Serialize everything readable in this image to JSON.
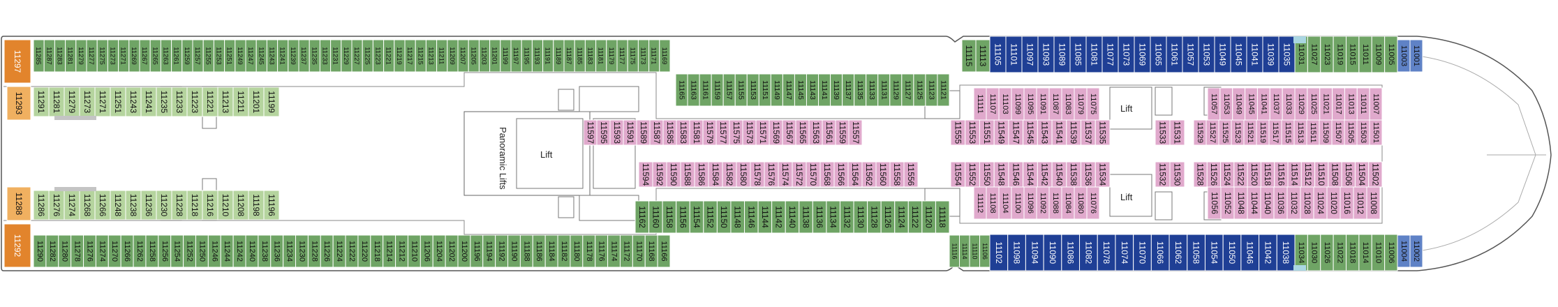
{
  "labels": {
    "lift": "Lift",
    "panoramic_lifts": "Panoramic Lifts"
  },
  "colors": {
    "green_dark": "#6fa465",
    "green_light": "#b5d49e",
    "pink": "#e0a9cc",
    "blue": "#1f3f95",
    "blue_light": "#5f82c6",
    "orange": "#e2842c",
    "orange_light": "#f0b060",
    "grey": "#c4c4c4",
    "cyan": "#aad6e2"
  },
  "rows": {
    "top_outer": {
      "color": "green_dark",
      "numbers": [
        "11285",
        "11287",
        "11283",
        "11281",
        "11279",
        "11277",
        "11275",
        "11273",
        "11271",
        "11269",
        "11267",
        "11265",
        "11263",
        "11261",
        "11259",
        "11257",
        "11255",
        "11253",
        "11251",
        "11249",
        "11247",
        "11245",
        "11243",
        "11241",
        "11239",
        "11237",
        "11235",
        "11233",
        "11231",
        "11229",
        "11227",
        "11225",
        "11223",
        "11221",
        "11219",
        "11217",
        "11215",
        "11213",
        "11211",
        "11209",
        "11207",
        "11205",
        "11203",
        "11201",
        "11199",
        "11197",
        "11195",
        "11193",
        "11191",
        "11189",
        "11187",
        "11185",
        "11183",
        "11181",
        "11179",
        "11177",
        "11175",
        "11173",
        "11171",
        "11169"
      ]
    },
    "top_inner_aft": {
      "color": "green_light",
      "numbers": [
        "11291",
        "11281",
        "11279",
        "11273",
        "11271",
        "11251",
        "11243",
        "11241",
        "11235",
        "11233",
        "11223",
        "11221",
        "11213",
        "11211",
        "11201",
        "11199"
      ]
    },
    "top_mid_outer": {
      "color": "green_dark",
      "numbers": [
        "11165",
        "11163",
        "11161",
        "11159",
        "11157",
        "11155",
        "11153",
        "11151",
        "11149",
        "11147",
        "11145",
        "11143",
        "11141",
        "11139",
        "11137",
        "11135",
        "11133",
        "11131",
        "11129",
        "11127",
        "11125",
        "11123",
        "11121"
      ]
    },
    "top_mid_inner": {
      "color": "pink",
      "numbers": [
        "11597",
        "11595",
        "11593",
        "11591",
        "11589",
        "11587",
        "11585",
        "11583",
        "11581",
        "11579",
        "11577",
        "11575",
        "11573",
        "11571",
        "11569",
        "11567",
        "11565",
        "11563",
        "11561",
        "11559",
        "11557"
      ]
    },
    "top_fwd_green": {
      "color": "green_dark",
      "numbers": [
        "11115",
        "11113"
      ]
    },
    "top_fwd_blue": {
      "color": "blue",
      "numbers": [
        "11105",
        "11101",
        "11097",
        "11093",
        "11089",
        "11085",
        "11081",
        "11077",
        "11073",
        "11069",
        "11065",
        "11061",
        "11057",
        "11053",
        "11049",
        "11045",
        "11041",
        "11039",
        "11035"
      ]
    },
    "top_fwd_end": {
      "color": "green_dark",
      "numbers": [
        "11031",
        "11027",
        "11023",
        "11019",
        "11015",
        "11011",
        "11009",
        "11005"
      ]
    },
    "top_bow": {
      "color": "blue_light",
      "numbers": [
        "11003",
        "11001"
      ]
    },
    "top_fwd_pink_a": {
      "color": "pink",
      "numbers": [
        "11111",
        "11107",
        "11103",
        "11099",
        "11095",
        "11091",
        "11087",
        "11083",
        "11079",
        "11075"
      ]
    },
    "top_fwd_pink_b": {
      "color": "pink",
      "numbers": [
        "11555",
        "11553",
        "11551",
        "11549",
        "11547",
        "11545",
        "11543",
        "11541",
        "11539",
        "11537",
        "11535"
      ]
    },
    "top_fwd_pink_c": {
      "color": "pink",
      "numbers": [
        "11533",
        "11531"
      ]
    },
    "top_fwd_pink_d": {
      "color": "pink",
      "numbers": [
        "11057",
        "11053",
        "11049",
        "11045",
        "11041",
        "11037",
        "11033",
        "11029",
        "11025",
        "11021",
        "11017",
        "11013",
        "11011",
        "11007"
      ]
    },
    "top_fwd_pink_e": {
      "color": "pink",
      "numbers": [
        "11529",
        "11527",
        "11525",
        "11523",
        "11521",
        "11519",
        "11517",
        "11515",
        "11513",
        "11511",
        "11509",
        "11507",
        "11505",
        "11503",
        "11501"
      ]
    },
    "bot_outer": {
      "color": "green_dark",
      "numbers": [
        "11290",
        "11282",
        "11280",
        "11278",
        "11276",
        "11274",
        "11270",
        "11266",
        "11262",
        "11258",
        "11256",
        "11254",
        "11252",
        "11250",
        "11246",
        "11244",
        "11242",
        "11240",
        "11238",
        "11236",
        "11234",
        "11230",
        "11228",
        "11226",
        "11224",
        "11222",
        "11220",
        "11218",
        "11214",
        "11212",
        "11210",
        "11206",
        "11204",
        "11202",
        "11200",
        "11196",
        "11194",
        "11192",
        "11190",
        "11188",
        "11186",
        "11184",
        "11182",
        "11180",
        "11178",
        "11176",
        "11174",
        "11172",
        "11170",
        "11168",
        "11166"
      ]
    },
    "bot_inner_aft": {
      "color": "green_light",
      "numbers": [
        "11286",
        "11276",
        "11274",
        "11268",
        "11266",
        "11248",
        "11238",
        "11236",
        "11230",
        "11228",
        "11218",
        "11216",
        "11210",
        "11208",
        "11198",
        "11196"
      ]
    },
    "bot_mid_outer": {
      "color": "green_dark",
      "numbers": [
        "11162",
        "11160",
        "11158",
        "11156",
        "11154",
        "11152",
        "11150",
        "11148",
        "11146",
        "11144",
        "11142",
        "11140",
        "11138",
        "11136",
        "11134",
        "11132",
        "11130",
        "11128",
        "11126",
        "11124",
        "11122",
        "11120",
        "11118"
      ]
    },
    "bot_mid_inner": {
      "color": "pink",
      "numbers": [
        "11594",
        "11592",
        "11590",
        "11588",
        "11586",
        "11584",
        "11582",
        "11580",
        "11578",
        "11576",
        "11574",
        "11572",
        "11570",
        "11568",
        "11566",
        "11564",
        "11562",
        "11560",
        "11558",
        "11556"
      ]
    },
    "bot_fwd_green": {
      "color": "green_dark",
      "numbers": [
        "11116",
        "11114",
        "11110",
        "11106"
      ]
    },
    "bot_fwd_blue": {
      "color": "blue",
      "numbers": [
        "11102",
        "11098",
        "11094",
        "11090",
        "11086",
        "11082",
        "11078",
        "11074",
        "11070",
        "11066",
        "11062",
        "11058",
        "11054",
        "11050",
        "11046",
        "11042",
        "11038"
      ]
    },
    "bot_fwd_end": {
      "color": "green_dark",
      "numbers": [
        "11034",
        "11030",
        "11026",
        "11022",
        "11018",
        "11014",
        "11010",
        "11006"
      ]
    },
    "bot_bow": {
      "color": "blue_light",
      "numbers": [
        "11004",
        "11002"
      ]
    },
    "bot_fwd_pink_a": {
      "color": "pink",
      "numbers": [
        "11554",
        "11552",
        "11550",
        "11548",
        "11546",
        "11544",
        "11542",
        "11540",
        "11538",
        "11536",
        "11534"
      ]
    },
    "bot_fwd_pink_b": {
      "color": "pink",
      "numbers": [
        "11112",
        "11108",
        "11104",
        "11100",
        "11096",
        "11092",
        "11088",
        "11084",
        "11080",
        "11076"
      ]
    },
    "bot_fwd_pink_c": {
      "color": "pink",
      "numbers": [
        "11532",
        "11530"
      ]
    },
    "bot_fwd_pink_d": {
      "color": "pink",
      "numbers": [
        "11528",
        "11526",
        "11524",
        "11522",
        "11520",
        "11518",
        "11516",
        "11514",
        "11512",
        "11510",
        "11508",
        "11506",
        "11504",
        "11502"
      ]
    },
    "bot_fwd_pink_e": {
      "color": "pink",
      "numbers": [
        "11056",
        "11052",
        "11048",
        "11044",
        "11040",
        "11036",
        "11032",
        "11028",
        "11024",
        "11020",
        "11016",
        "11012",
        "11008"
      ]
    },
    "special": {
      "top_suite": "11297",
      "top_suite2": "11293",
      "bot_suite": "11292",
      "bot_suite2": "11288"
    }
  }
}
